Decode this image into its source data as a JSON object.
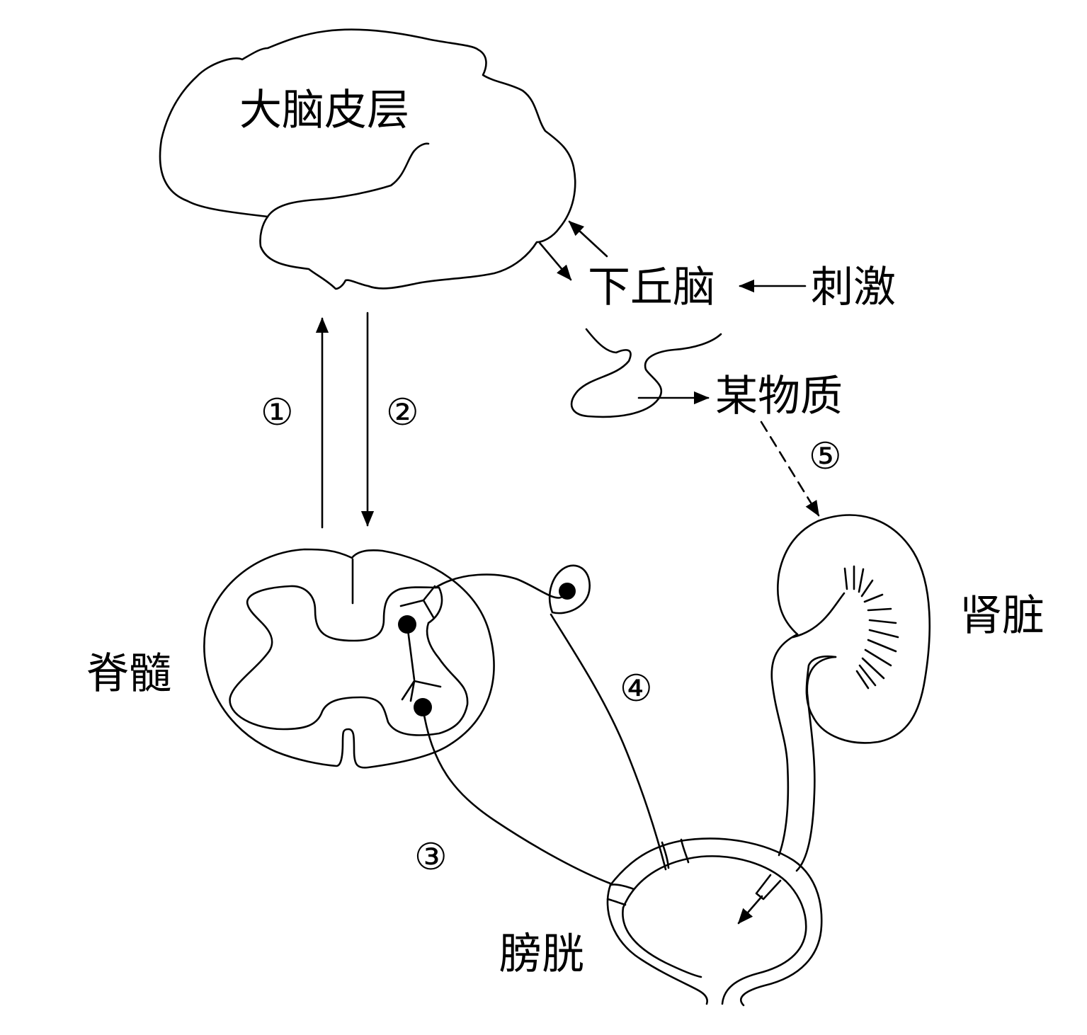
{
  "labels": {
    "cortex": "大脑皮层",
    "hypothalamus": "下丘脑",
    "stimulus": "刺激",
    "substance": "某物质",
    "spinal_cord": "脊髓",
    "kidney": "肾脏",
    "bladder": "膀胱"
  },
  "pathways": {
    "p1": "①",
    "p2": "②",
    "p3": "③",
    "p4": "④",
    "p5": "⑤"
  }
}
